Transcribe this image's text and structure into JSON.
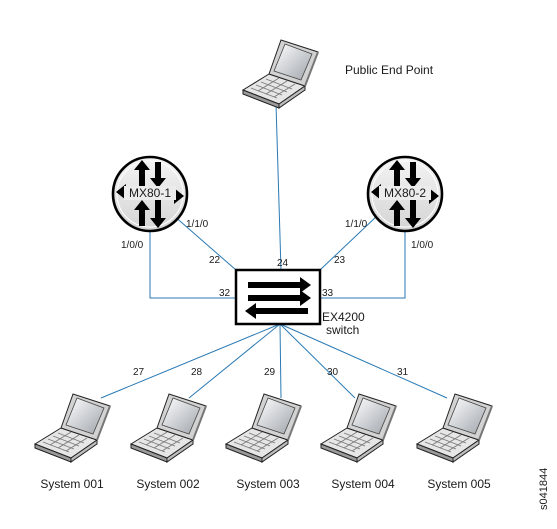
{
  "public_endpoint": {
    "label": "Public End Point"
  },
  "routers": [
    {
      "name": "MX80-1",
      "port_upper": "1/1/0",
      "port_lower": "1/0/0"
    },
    {
      "name": "MX80-2",
      "port_upper": "1/1/0",
      "port_lower": "1/0/0"
    }
  ],
  "switch": {
    "name_line1": "EX4200",
    "name_line2": "switch",
    "ports": {
      "public": "24",
      "mx1_upper": "22",
      "mx1_lower": "32",
      "mx2_upper": "23",
      "mx2_lower": "33"
    }
  },
  "systems": [
    {
      "label": "System 001",
      "port": "27"
    },
    {
      "label": "System 002",
      "port": "28"
    },
    {
      "label": "System 003",
      "port": "29"
    },
    {
      "label": "System 004",
      "port": "30"
    },
    {
      "label": "System 005",
      "port": "31"
    }
  ],
  "figure_id": "s041844",
  "colors": {
    "link": "#2a7ab4",
    "device_outline": "#000000",
    "router_fill": "#e8e8e8"
  }
}
